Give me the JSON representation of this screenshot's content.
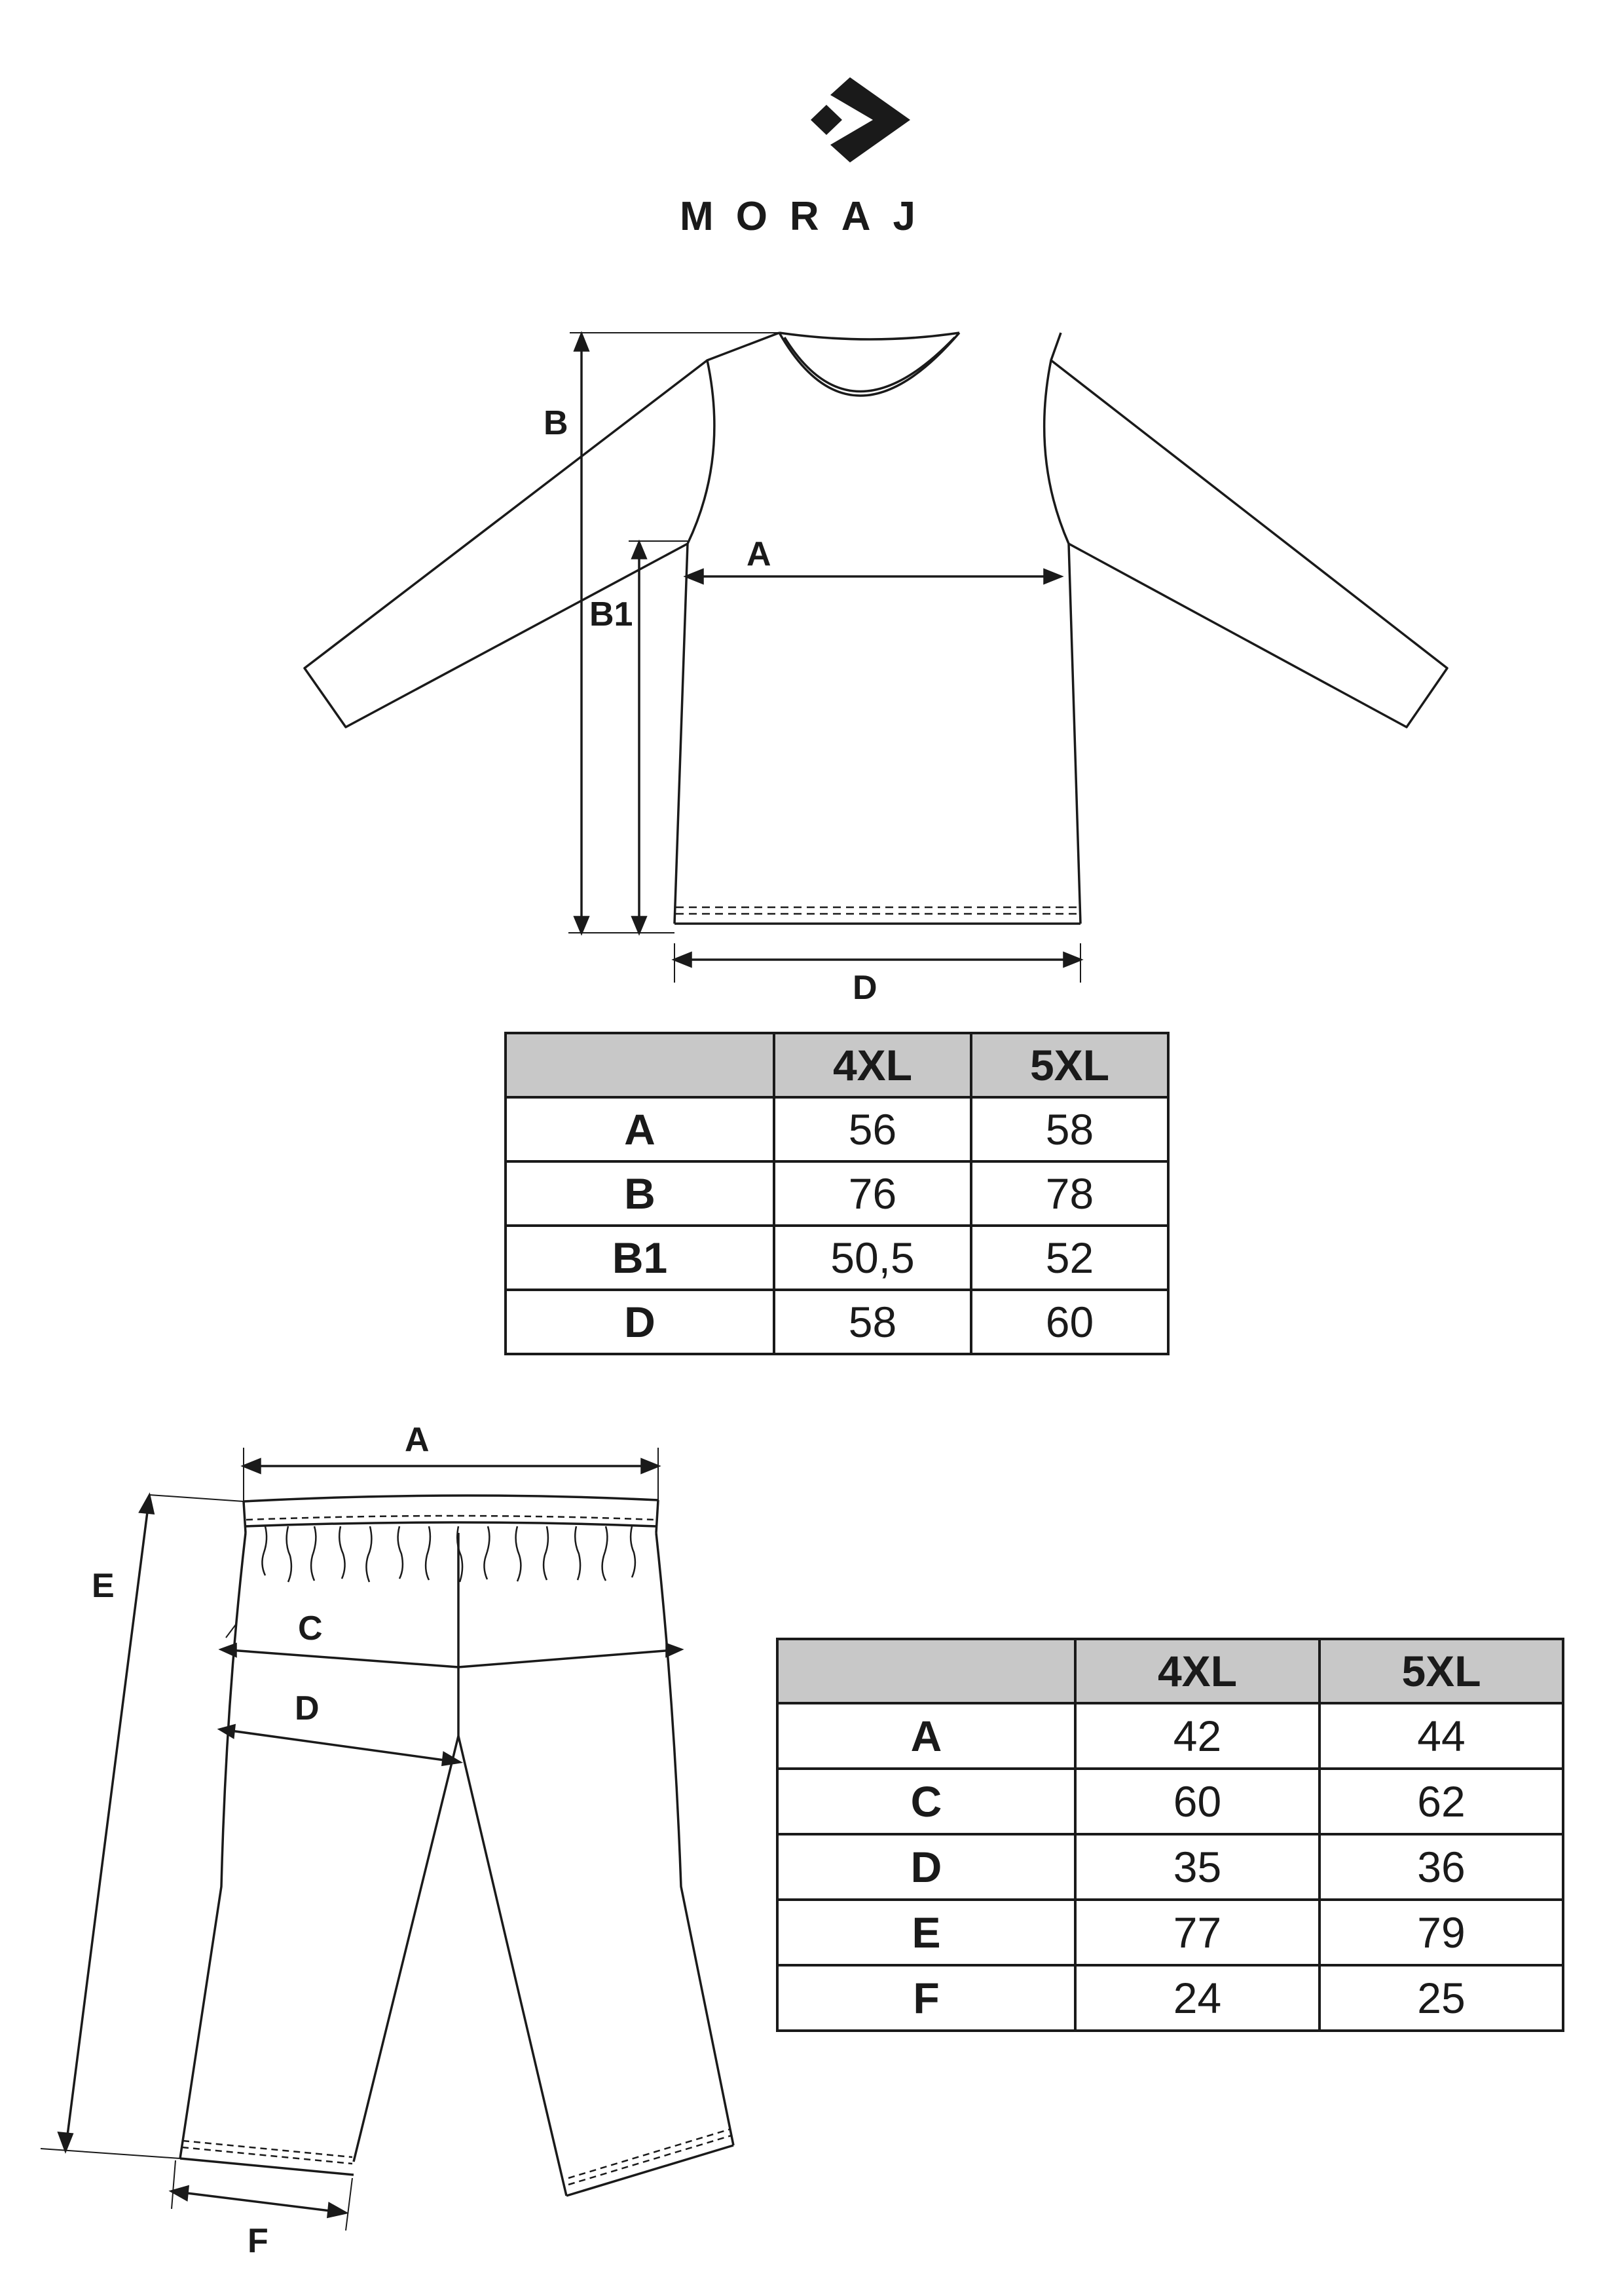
{
  "brand": {
    "name": "MORAJ",
    "logo_icon": "moraj-diamond-chevron-logo"
  },
  "top_garment": {
    "labels": {
      "B": "B",
      "A": "A",
      "B1": "B1",
      "D": "D"
    },
    "table": {
      "columns": [
        "",
        "4XL",
        "5XL"
      ],
      "rows": [
        {
          "label": "A",
          "values": [
            "56",
            "58"
          ]
        },
        {
          "label": "B",
          "values": [
            "76",
            "78"
          ]
        },
        {
          "label": "B1",
          "values": [
            "50,5",
            "52"
          ]
        },
        {
          "label": "D",
          "values": [
            "58",
            "60"
          ]
        }
      ]
    }
  },
  "bottom_garment": {
    "labels": {
      "A": "A",
      "E": "E",
      "C": "C",
      "D": "D",
      "F": "F"
    },
    "table": {
      "columns": [
        "",
        "4XL",
        "5XL"
      ],
      "rows": [
        {
          "label": "A",
          "values": [
            "42",
            "44"
          ]
        },
        {
          "label": "C",
          "values": [
            "60",
            "62"
          ]
        },
        {
          "label": "D",
          "values": [
            "35",
            "36"
          ]
        },
        {
          "label": "E",
          "values": [
            "77",
            "79"
          ]
        },
        {
          "label": "F",
          "values": [
            "24",
            "25"
          ]
        }
      ]
    }
  },
  "colors": {
    "ink": "#1a1a1a",
    "header_fill": "#c8c8c8",
    "background": "#ffffff"
  }
}
